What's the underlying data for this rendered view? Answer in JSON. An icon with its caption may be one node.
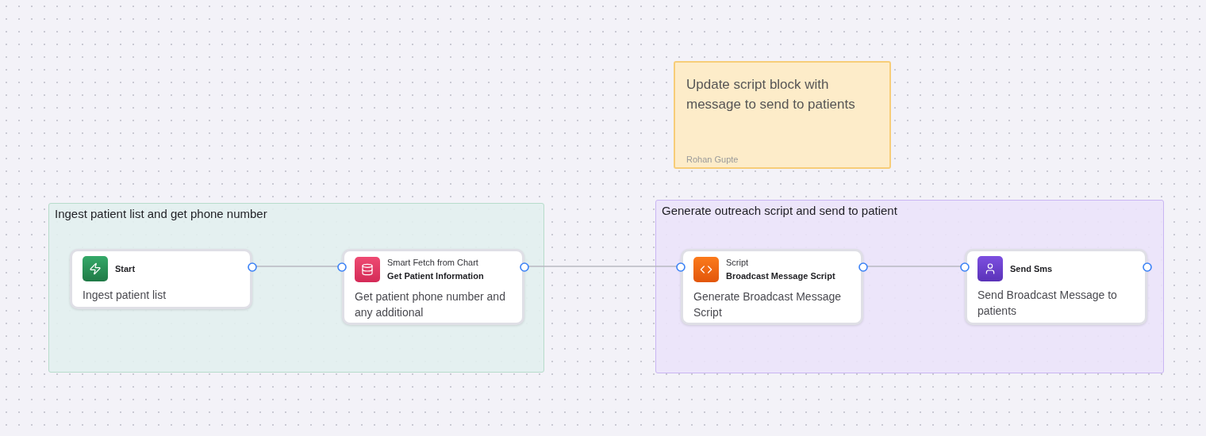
{
  "diagram": {
    "nodes": [
      {
        "text": [
          "Update script block with message to send to patients",
          "Rohan Gupte"
        ]
      },
      {
        "text": [
          "Ingest patient list and get phone number"
        ]
      },
      {
        "text": [
          "Start",
          "Ingest patient list"
        ],
        "in": 1
      },
      {
        "text": [
          "Smart Fetch from Chart",
          "Get Patient Information",
          "Get patient phone number and any additional"
        ],
        "in": 1
      },
      {
        "text": [
          "Generate outreach script and send to patient"
        ]
      },
      {
        "text": [
          "Script",
          "Broadcast Message Script",
          "Generate Broadcast Message Script"
        ],
        "in": 4
      },
      {
        "text": [
          "Send Sms",
          "Send Broadcast Message to patients"
        ],
        "in": 4
      }
    ],
    "edges": [
      {
        "from": 2,
        "to": 3,
        "arrow": "none"
      },
      {
        "from": 3,
        "to": 5,
        "arrow": "none"
      },
      {
        "from": 5,
        "to": 6,
        "arrow": "none"
      }
    ]
  }
}
